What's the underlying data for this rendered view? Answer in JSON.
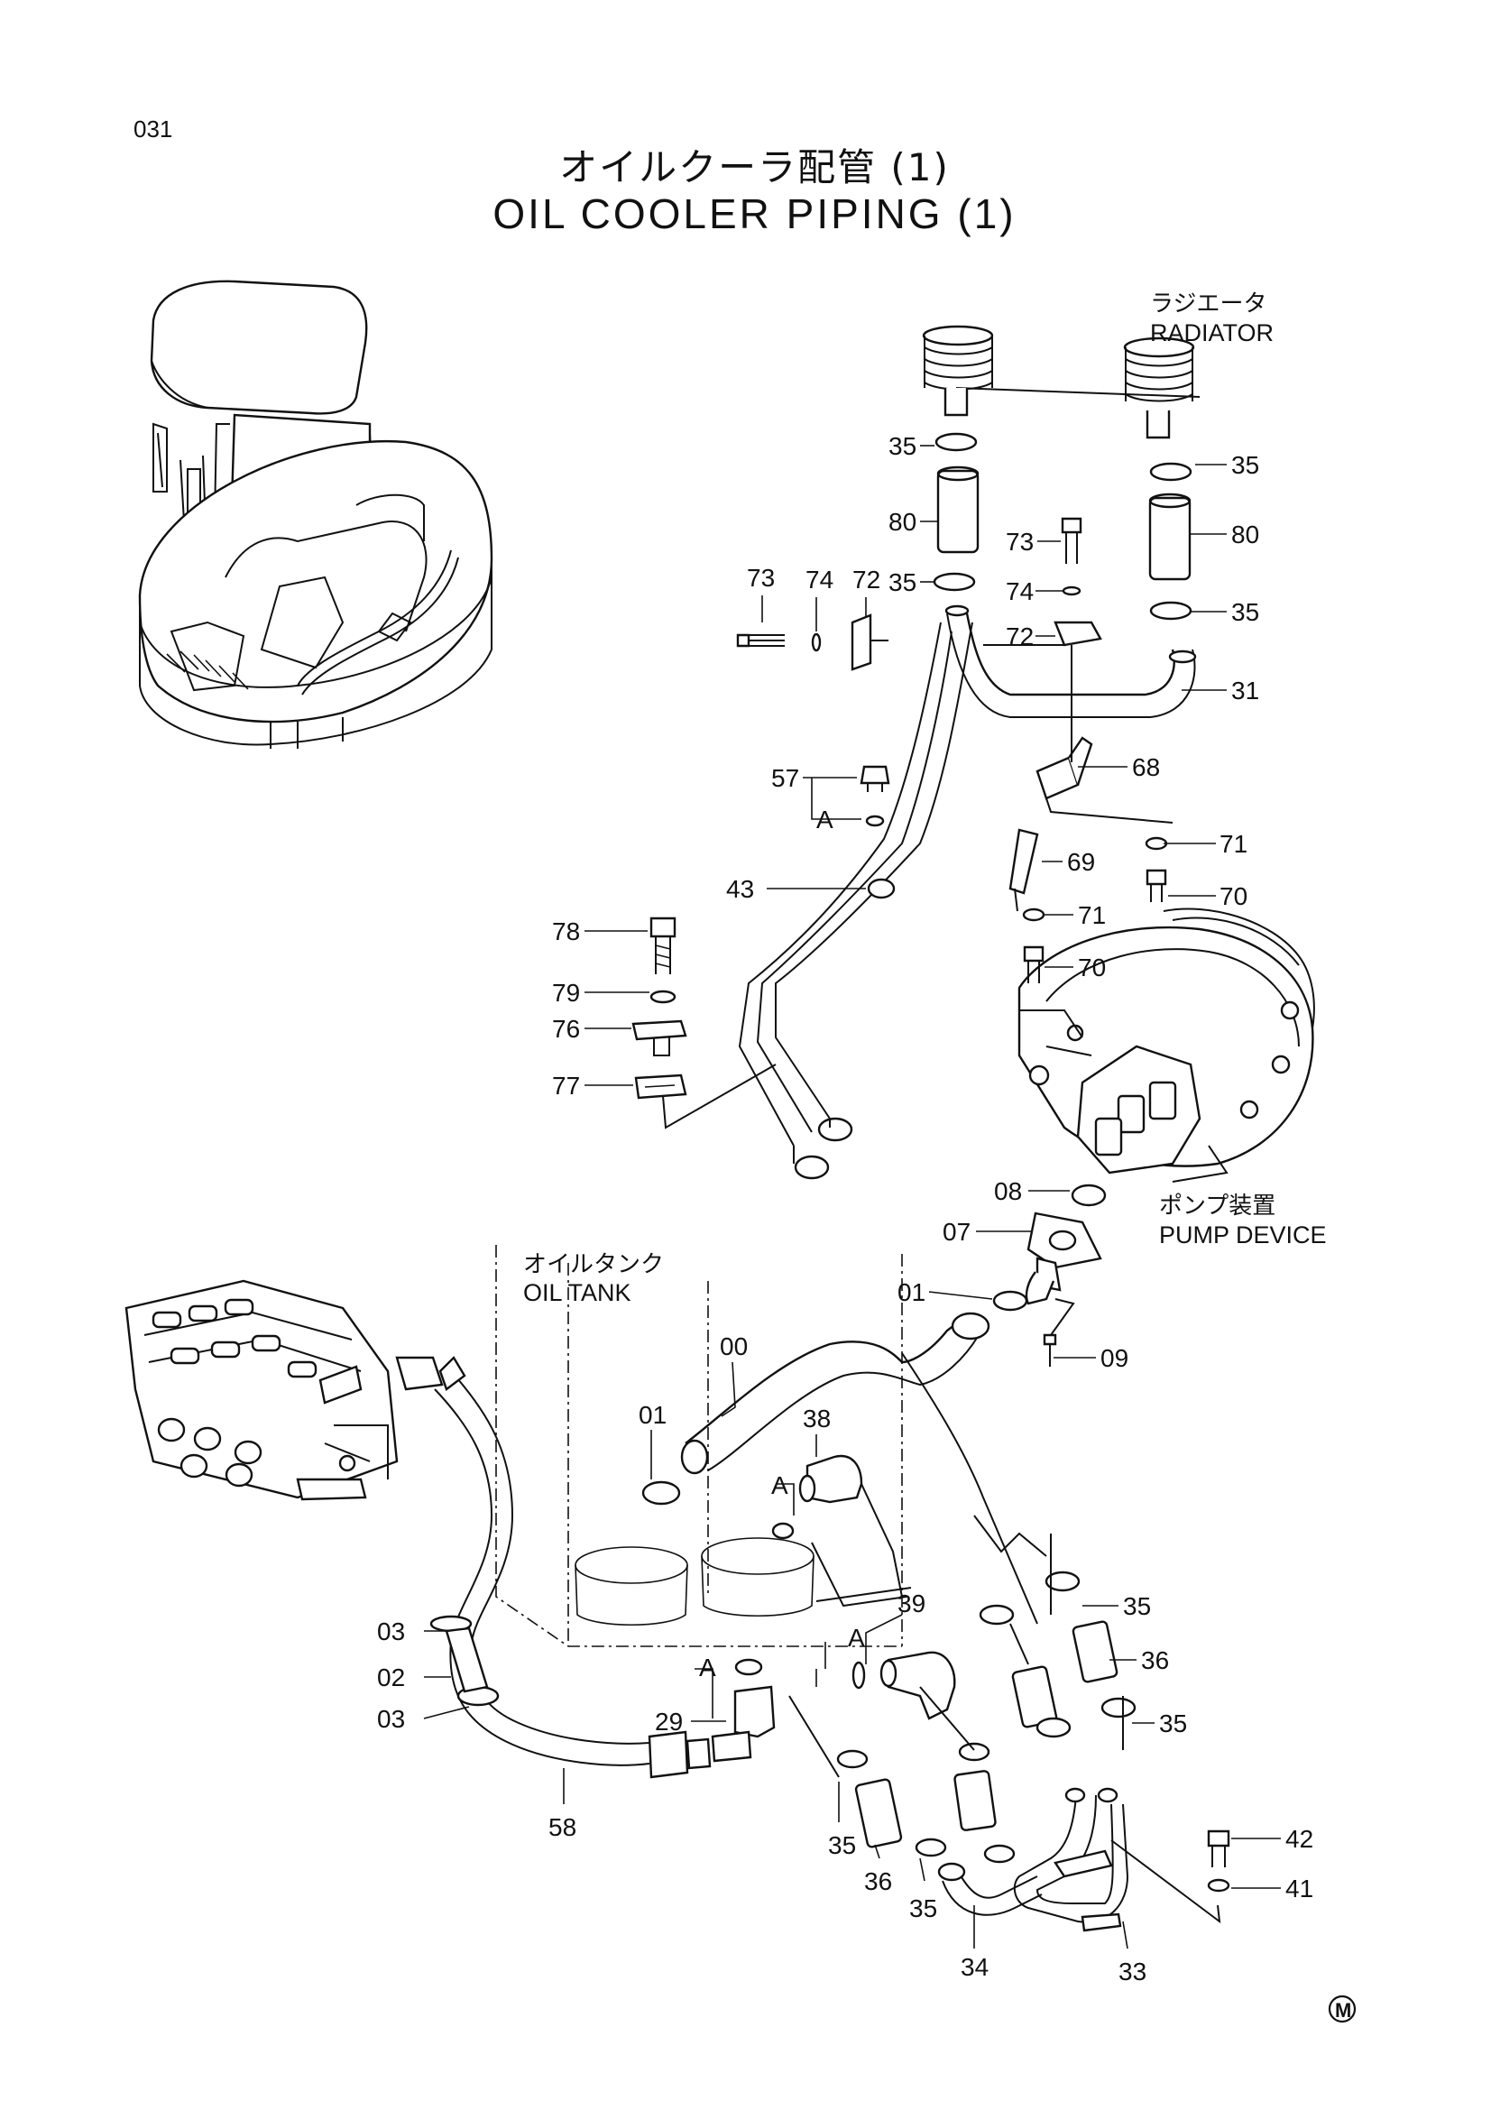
{
  "page": {
    "number": "031",
    "title_jp": "オイルクーラ配管 (1)",
    "title_en": "OIL COOLER PIPING (1)",
    "mark": "M"
  },
  "components": {
    "radiator": {
      "jp": "ラジエータ",
      "en": "RADIATOR"
    },
    "pump_device": {
      "jp": "ポンプ装置",
      "en": "PUMP DEVICE"
    },
    "oil_tank": {
      "jp": "オイルタンク",
      "en": "OIL TANK"
    }
  },
  "callouts": {
    "c35a": "35",
    "c80a": "80",
    "c35b": "35",
    "c73a": "73",
    "c74a": "74",
    "c72a": "72",
    "c73b": "73",
    "c74b": "74",
    "c72b": "72",
    "c35c": "35",
    "c80b": "80",
    "c35d": "35",
    "c31": "31",
    "c57": "57",
    "cA1": "A",
    "c68": "68",
    "c43": "43",
    "c71a": "71",
    "c69": "69",
    "c70a": "70",
    "c71b": "71",
    "c70b": "70",
    "c78": "78",
    "c79": "79",
    "c76": "76",
    "c77": "77",
    "c08": "08",
    "c07": "07",
    "c01a": "01",
    "c09": "09",
    "c00": "00",
    "c01b": "01",
    "c38": "38",
    "cA2": "A",
    "c39": "39",
    "cA3": "A",
    "c03a": "03",
    "c02": "02",
    "c03b": "03",
    "cA4": "A",
    "c29": "29",
    "c58": "58",
    "c35e": "35",
    "c36a": "36",
    "c35f": "35",
    "c35g": "35",
    "c36b": "36",
    "c35h": "35",
    "c34": "34",
    "c33": "33",
    "c42": "42",
    "c41": "41"
  }
}
